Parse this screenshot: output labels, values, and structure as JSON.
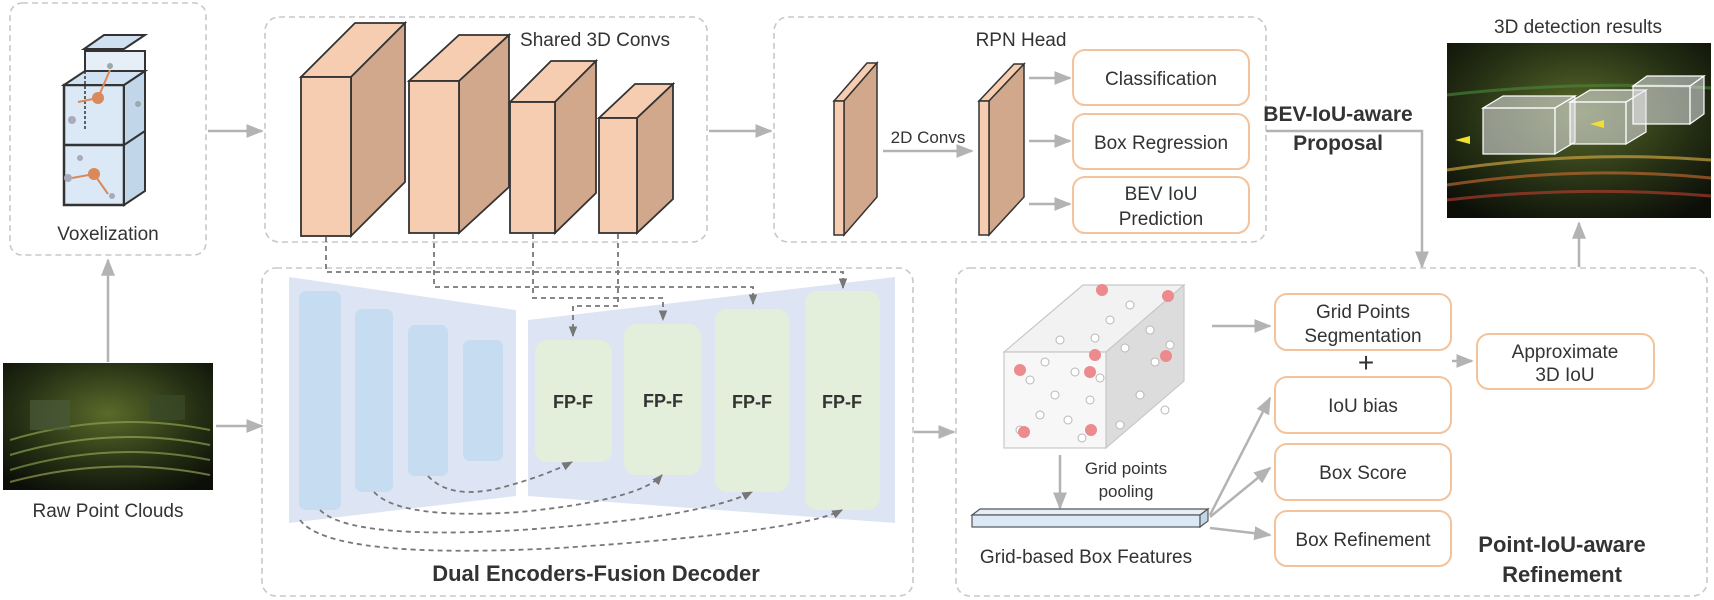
{
  "voxel": {
    "label": "Voxelization"
  },
  "raw": {
    "label": "Raw Point Clouds"
  },
  "shared": {
    "title": "Shared 3D Convs"
  },
  "rpn": {
    "title": "RPN Head",
    "conv_label": "2D Convs",
    "outputs": [
      "Classification",
      "Box Regression",
      "BEV IoU",
      "Prediction"
    ]
  },
  "proposal": {
    "line1": "BEV-IoU-aware",
    "line2": "Proposal"
  },
  "results": {
    "title": "3D detection results"
  },
  "decoder": {
    "title": "Dual Encoders-Fusion Decoder",
    "fpf_label": "FP-F"
  },
  "refine": {
    "gridseg": [
      "Grid Points",
      "Segmentation"
    ],
    "plus": "+",
    "iou_bias": "IoU bias",
    "box_score": "Box Score",
    "box_refine": "Box Refinement",
    "approx": [
      "Approximate",
      "3D IoU"
    ],
    "pooling": [
      "Grid points",
      "pooling"
    ],
    "features": "Grid-based Box Features",
    "title": [
      "Point-IoU-aware",
      "Refinement"
    ]
  },
  "colors": {
    "cube_face": "#f6cdb0",
    "cube_side": "#d2a88d",
    "orange_border": "#f2c39c",
    "encoder_bg": "#dde4f3",
    "encoder_bar": "#c6dcf1",
    "fpf_fill": "#e3eedb",
    "dash": "#bbbbbb",
    "arrow": "#b3b3b3"
  }
}
